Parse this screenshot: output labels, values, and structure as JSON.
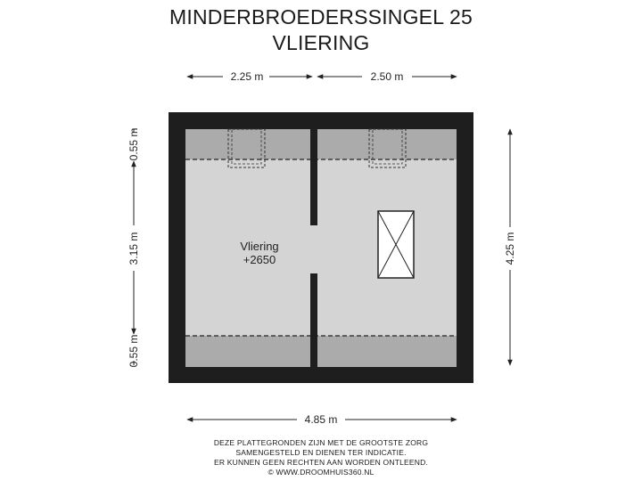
{
  "title": {
    "line1": "MINDERBROEDERSSINGEL 25",
    "line2": "VLIERING"
  },
  "room": {
    "name": "Vliering",
    "level": "+2650"
  },
  "dimensions": {
    "top_left": "2.25 m",
    "top_right": "2.50 m",
    "bottom": "4.85 m",
    "right": "4.25 m",
    "left_top": "0.55 m",
    "left_middle": "3.15 m",
    "left_bottom": "0.55 m"
  },
  "disclaimer": {
    "line1": "DEZE PLATTEGRONDEN ZIJN MET DE GROOTSTE ZORG",
    "line2": "SAMENGESTELD EN DIENEN TER INDICATIE.",
    "line3": "ER KUNNEN GEEN RECHTEN AAN WORDEN ONTLEEND.",
    "line4": "© WWW.DROOMHUIS360.NL"
  },
  "colors": {
    "wall": "#1e1e1e",
    "floor": "#d4d4d4",
    "low_ceiling_zone": "#ababab"
  }
}
